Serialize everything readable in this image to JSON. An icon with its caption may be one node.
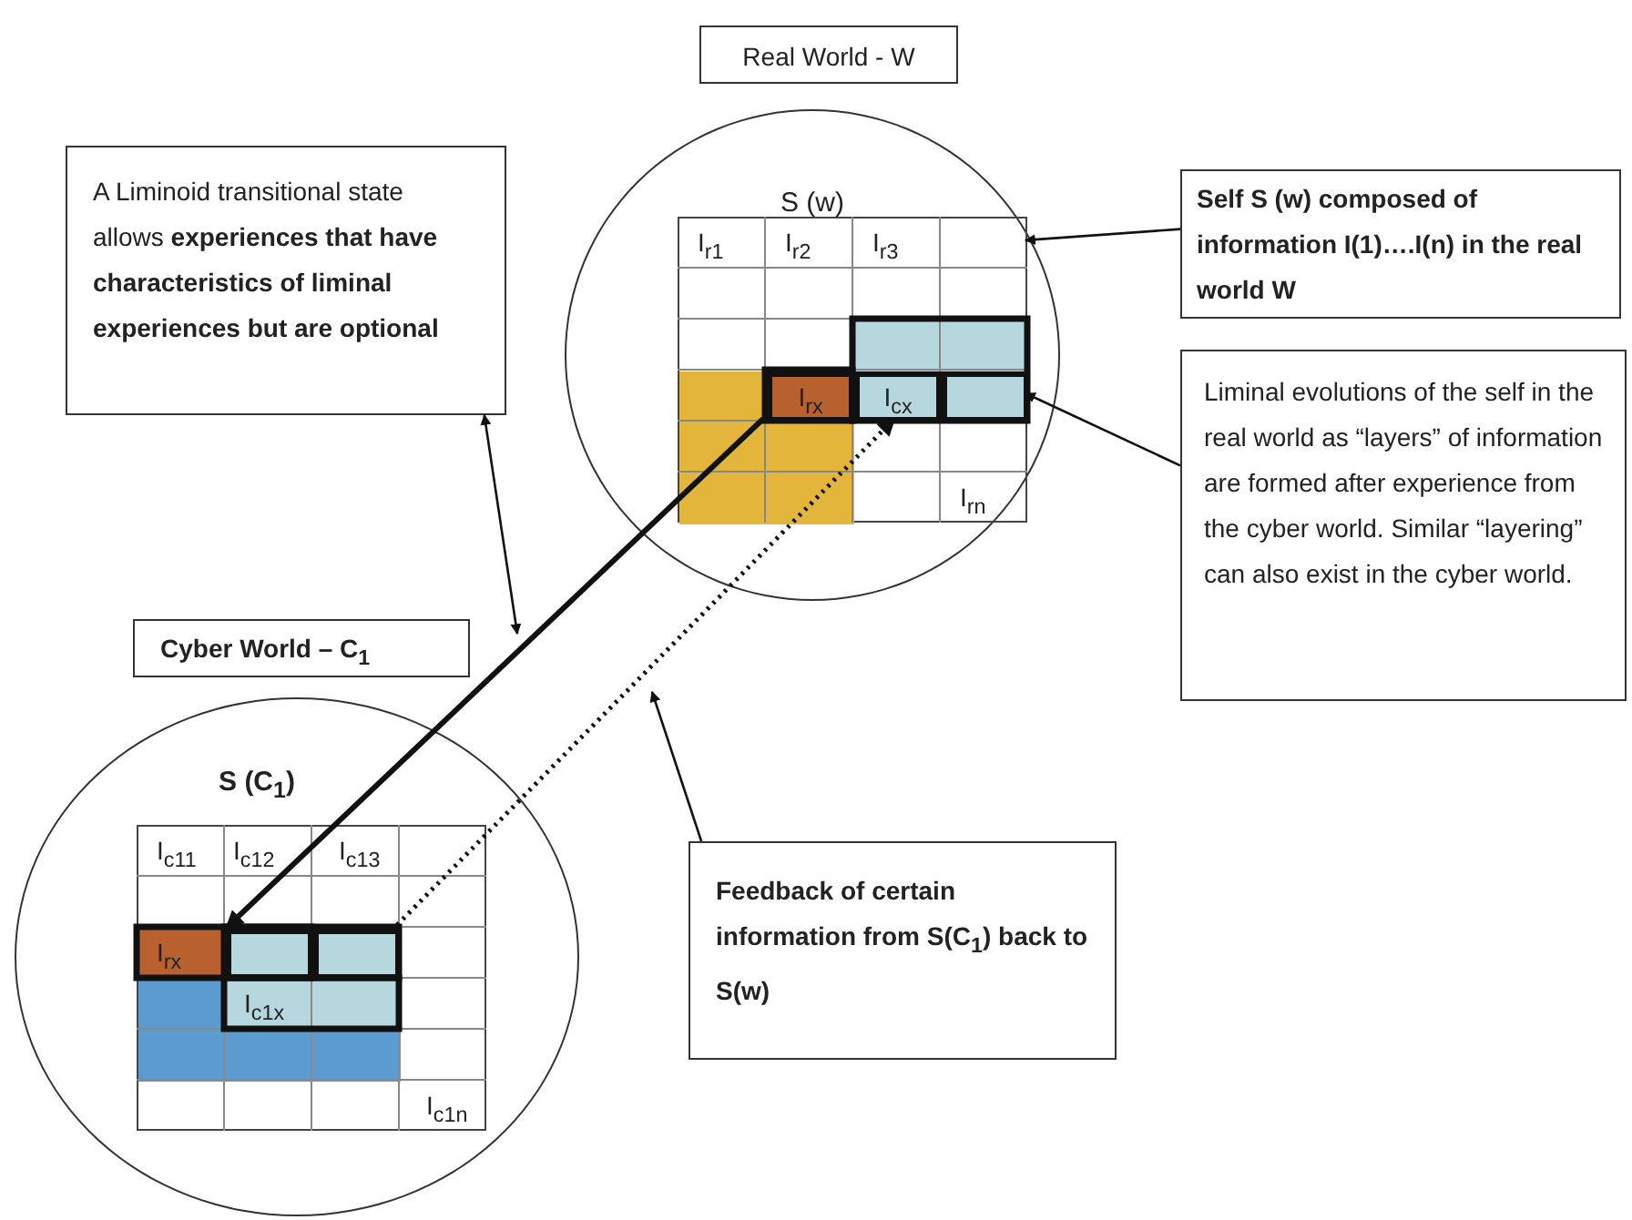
{
  "diagram": {
    "nodes": [
      {
        "text": [
          "Real World - W"
        ]
      },
      {
        "text": [
          "A Liminoid transitional state allows **experiences that have characteristics of liminal experiences but are optional**"
        ]
      },
      {
        "text": [
          "Self S (w) composed of information I(1)….I(n) in the real world W"
        ]
      },
      {
        "text": [
          "S (w)"
        ]
      },
      {
        "text": [],
        "shape": "box",
        "in": 3
      },
      {
        "text": [
          "I$_{rx}$"
        ],
        "in": 4
      },
      {
        "text": [
          "I$_{cx}$"
        ],
        "in": 4
      },
      {
        "text": [],
        "shape": "box",
        "in": 4
      },
      {
        "text": [
          "Liminal evolutions of the self in the real world as “layers” of information are formed after experience from the cyber world. Similar “layering” can also exist in the cyber world."
        ]
      },
      {
        "text": [
          "Cyber World – C$_{1}$"
        ]
      },
      {
        "text": [
          "S (C$_{1}$)"
        ]
      },
      {
        "text": [],
        "shape": "box",
        "in": 10
      },
      {
        "text": [],
        "shape": "box",
        "in": 11
      },
      {
        "text": [],
        "shape": "box",
        "in": 11
      },
      {
        "text": [
          "Feedback of certain information from S(C$_{1}$) back to S(w)"
        ]
      }
    ],
    "edges": [
      {
        "from": 2,
        "to": 4,
        "arrow": "to"
      },
      {
        "from": 5,
        "to": 12,
        "arrow": "to",
        "style": "thick"
      },
      {
        "from": 13,
        "to": 6,
        "arrow": "to",
        "style": "dashed"
      },
      {
        "from": 8,
        "to": 7,
        "arrow": "to"
      },
      {
        "from": 1,
        "to": null,
        "arrow": "both"
      },
      {
        "from": 14,
        "to": null,
        "arrow": "to"
      }
    ],
    "labels": [
      "I$_{r1}$",
      "I$_{r2}$",
      "I$_{r3}$",
      "I$_{rn}$",
      "I$_{c11}$",
      "I$_{c12}$",
      "I$_{c13}$",
      "I$_{rx}$",
      "I$_{c1x}$",
      "I$_{c1n}$"
    ]
  }
}
